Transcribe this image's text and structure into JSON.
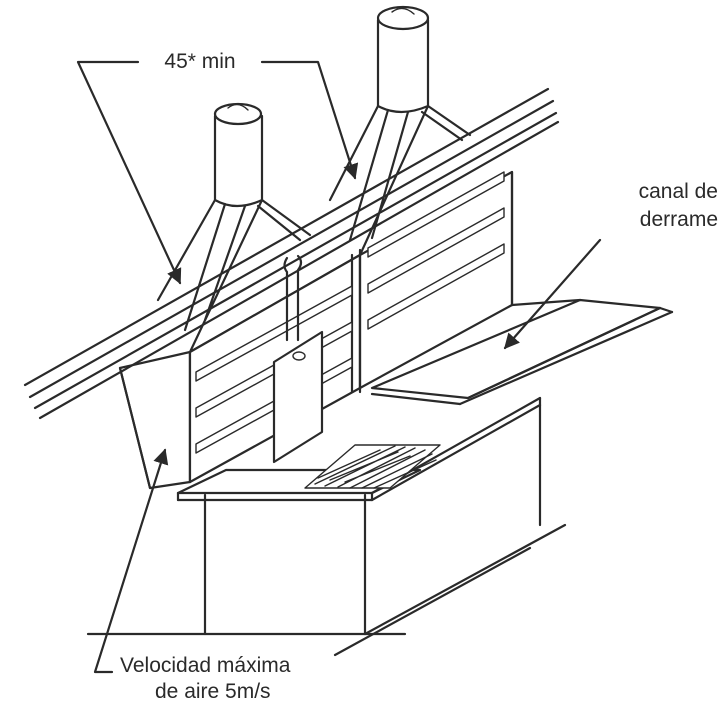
{
  "labels": {
    "angle": "45* min",
    "channel_line1": "canal de",
    "channel_line2": "derrame",
    "velocity_line1": "Velocidad máxima",
    "velocity_line2": "de aire 5m/s"
  },
  "colors": {
    "ink": "#2a2a2a",
    "paper": "#ffffff"
  }
}
